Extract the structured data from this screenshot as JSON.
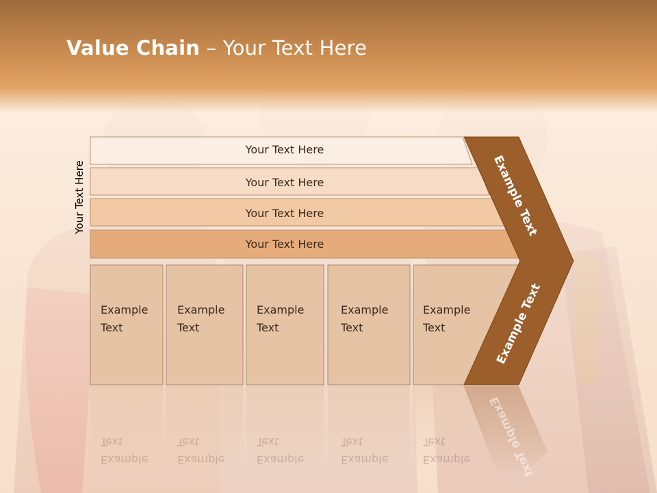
{
  "slide": {
    "title_bold": "Value Chain",
    "title_rest": " – Your Text Here",
    "side_label": "Your Text Here"
  },
  "rows": [
    {
      "label": "Your Text Here"
    },
    {
      "label": "Your Text Here"
    },
    {
      "label": "Your Text Here"
    },
    {
      "label": "Your Text Here"
    }
  ],
  "cells": [
    {
      "line1": "Example",
      "line2": "Text"
    },
    {
      "line1": "Example",
      "line2": "Text"
    },
    {
      "line1": "Example",
      "line2": "Text"
    },
    {
      "line1": "Example",
      "line2": "Text"
    },
    {
      "line1": "Example",
      "line2": "Text"
    }
  ],
  "arrow": {
    "upper_label": "Example Text",
    "lower_label": "Example Text"
  },
  "colors": {
    "header": "#c98a4f",
    "row1": "#fbeee3",
    "row2": "#f7dcc5",
    "row3": "#f1c9a5",
    "row4": "#e6ab7b",
    "cell": "#e5c3a4",
    "chevron": "#9c5e2a"
  }
}
